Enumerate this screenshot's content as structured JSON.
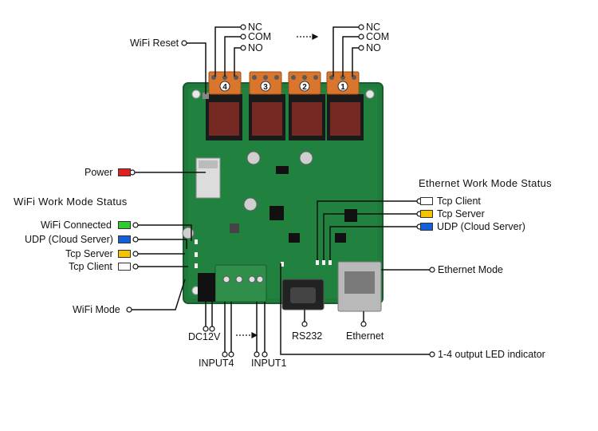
{
  "relay_pins": {
    "nc": "NC",
    "com": "COM",
    "no": "NO"
  },
  "labels": {
    "wifi_reset": "WiFi Reset",
    "power": "Power",
    "wifi_status_title": "WiFi Work Mode Status",
    "wifi_connected": "WiFi Connected",
    "udp_cloud_left": "UDP (Cloud Server)",
    "tcp_server_left": "Tcp Server",
    "tcp_client_left": "Tcp Client",
    "wifi_mode": "WiFi Mode",
    "dc12v": "DC12V",
    "input4": "INPUT4",
    "input1": "INPUT1",
    "rs232": "RS232",
    "ethernet": "Ethernet",
    "eth_status_title": "Ethernet Work Mode Status",
    "tcp_client_right": "Tcp Client",
    "tcp_server_right": "Tcp Server",
    "udp_cloud_right": "UDP (Cloud Server)",
    "ethernet_mode": "Ethernet Mode",
    "output_led": "1-4 output LED indicator"
  },
  "relays": [
    "4",
    "3",
    "2",
    "1"
  ],
  "colors": {
    "pcb": "#1f7a3c",
    "terminal": "#d9752d",
    "power_led": "#e02020",
    "wifi_connected": "#2ecc2e",
    "udp": "#1560d8",
    "tcp_server": "#f4c400",
    "tcp_client": "#ffffff"
  }
}
